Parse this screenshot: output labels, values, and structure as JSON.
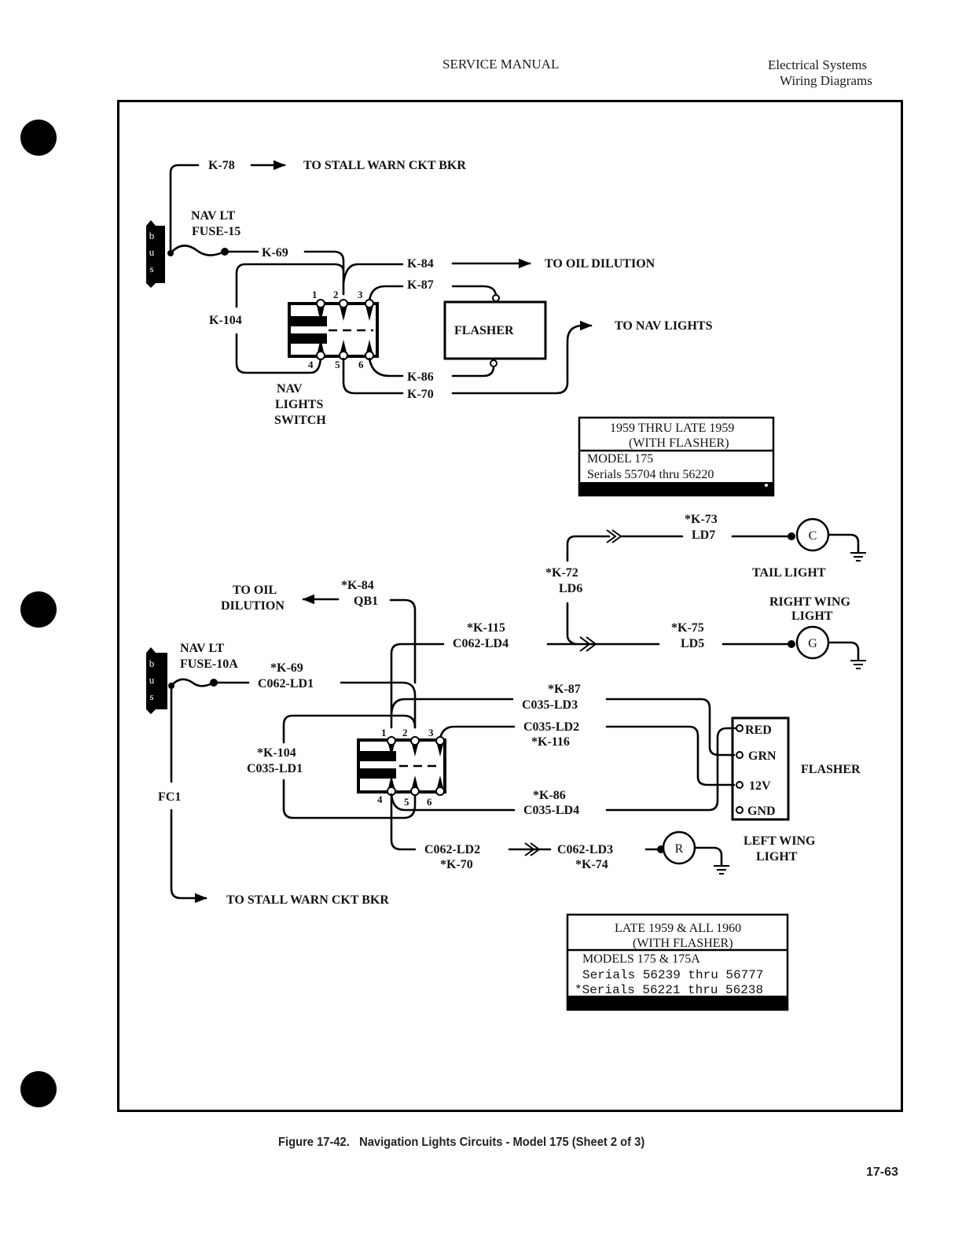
{
  "header": {
    "left": "SERVICE MANUAL",
    "right_line1": "Electrical Systems",
    "right_line2": "Wiring Diagrams"
  },
  "upper_circuit": {
    "bus_letters": [
      "b",
      "u",
      "s"
    ],
    "fuse_label_1": "NAV LT",
    "fuse_label_2": "FUSE-15",
    "wires": {
      "k78": "K-78",
      "k69": "K-69",
      "k84": "K-84",
      "k87": "K-87",
      "k104": "K-104",
      "k86": "K-86",
      "k70": "K-70"
    },
    "destinations": {
      "stall": "TO STALL WARN CKT BKR",
      "oil": "TO OIL DILUTION",
      "nav": "TO NAV LIGHTS"
    },
    "switch_pins": [
      "1",
      "2",
      "3",
      "4",
      "5",
      "6"
    ],
    "switch_label": [
      "NAV",
      "LIGHTS",
      "SWITCH"
    ],
    "flasher_label": "FLASHER"
  },
  "upper_effectivity": {
    "line1": "1959 THRU LATE 1959",
    "line2": "(WITH FLASHER)",
    "line3": "MODEL 175",
    "line4": "Serials 55704 thru 56220"
  },
  "lower_circuit": {
    "bus_letters": [
      "b",
      "u",
      "s"
    ],
    "fuse_label_1": "NAV LT",
    "fuse_label_2": "FUSE-10A",
    "fc1": "FC1",
    "wires": {
      "k69_a": "*K-69",
      "k69_b": "C062-LD1",
      "k84_a": "*K-84",
      "k84_b": "QB1",
      "k115_a": "*K-115",
      "k115_b": "C062-LD4",
      "k72_a": "*K-72",
      "k72_b": "LD6",
      "k73_a": "*K-73",
      "k73_b": "LD7",
      "k75_a": "*K-75",
      "k75_b": "LD5",
      "k87_a": "*K-87",
      "k87_b": "C035-LD3",
      "k116_a": "C035-LD2",
      "k116_b": "*K-116",
      "k104_a": "*K-104",
      "k104_b": "C035-LD1",
      "k86_a": "*K-86",
      "k86_b": "C035-LD4",
      "k70_a": "C062-LD2",
      "k70_b": "*K-70",
      "k74_a": "C062-LD3",
      "k74_b": "*K-74"
    },
    "destinations": {
      "oil_1": "TO OIL",
      "oil_2": "DILUTION",
      "stall": "TO STALL WARN CKT BKR"
    },
    "switch_pins": [
      "1",
      "2",
      "3",
      "4",
      "5",
      "6"
    ],
    "flasher_terminals": [
      "RED",
      "GRN",
      "12V",
      "GND"
    ],
    "flasher_label": "FLASHER",
    "lights": {
      "tail_letter": "C",
      "tail_label": "TAIL LIGHT",
      "right_letter": "G",
      "right_label_1": "RIGHT WING",
      "right_label_2": "LIGHT",
      "left_letter": "R",
      "left_label_1": "LEFT WING",
      "left_label_2": "LIGHT"
    }
  },
  "lower_effectivity": {
    "line1": "LATE 1959 & ALL 1960",
    "line2": "(WITH FLASHER)",
    "line3": "MODELS 175 & 175A",
    "line4": "Serials 56239 thru 56777",
    "line5": "*Serials 56221 thru 56238"
  },
  "footer": {
    "caption": "Figure 17-42.   Navigation Lights Circuits - Model 175 (Sheet 2 of 3)",
    "page_number": "17-63"
  }
}
